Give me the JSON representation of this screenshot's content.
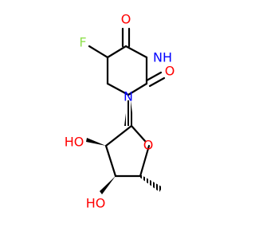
{
  "molecule": {
    "atoms": {
      "fluorine": {
        "label": "F"
      },
      "oxygen_top_carbonyl": {
        "label": "O"
      },
      "nitrogen_nh": {
        "label": "N"
      },
      "hydrogen_nh": {
        "label": "H"
      },
      "oxygen_right_carbonyl": {
        "label": "O"
      },
      "nitrogen_ring": {
        "label": "N"
      },
      "oxygen_ring": {
        "label": "O"
      },
      "hydroxyl_upper": {
        "label": "HO"
      },
      "hydroxyl_lower": {
        "label": "HO"
      }
    },
    "colors": {
      "bond": "#000000",
      "oxygen": "#ff0000",
      "nitrogen": "#0000ff",
      "fluorine": "#90e050"
    }
  }
}
